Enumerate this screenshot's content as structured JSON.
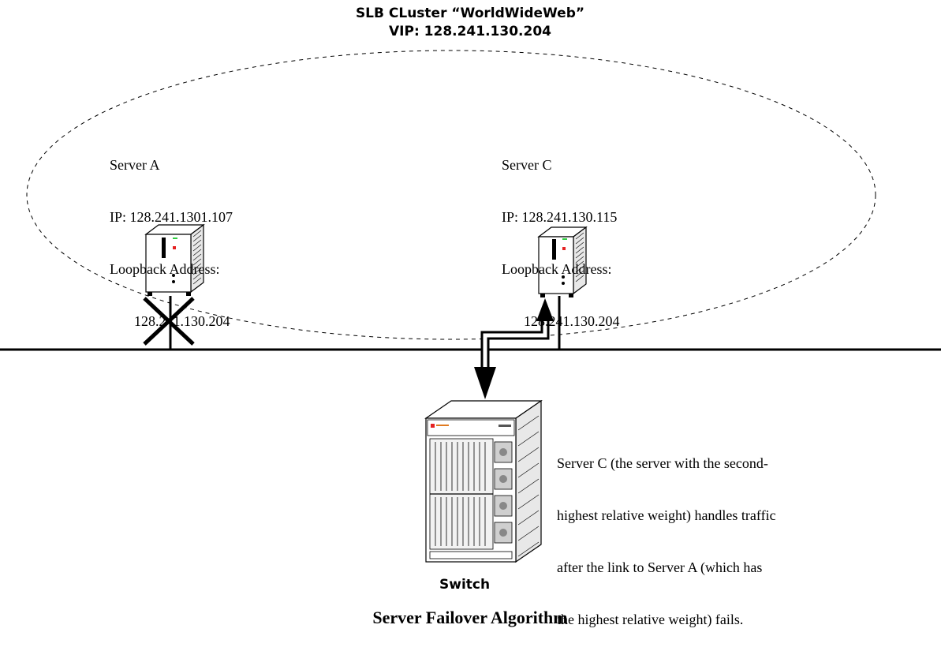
{
  "cluster": {
    "title_line1": "SLB CLuster “WorldWideWeb”",
    "title_line2": "VIP: 128.241.130.204"
  },
  "server_a": {
    "name": "Server A",
    "ip": "IP: 128.241.1301.107",
    "loopback_label": "Loopback Address:",
    "loopback_addr": "128.241.130.204",
    "status": "failed"
  },
  "server_c": {
    "name": "Server C",
    "ip": "IP: 128.241.130.115",
    "loopback_label": "Loopback Address:",
    "loopback_addr": "128.241.130.204"
  },
  "switch": {
    "label": "Switch"
  },
  "note": {
    "line1": "Server C (the server with the second-",
    "line2": "highest relative weight) handles traffic",
    "line3": "after the link to Server A (which has",
    "line4": "the highest relative weight) fails."
  },
  "caption": "Server Failover Algorithm"
}
